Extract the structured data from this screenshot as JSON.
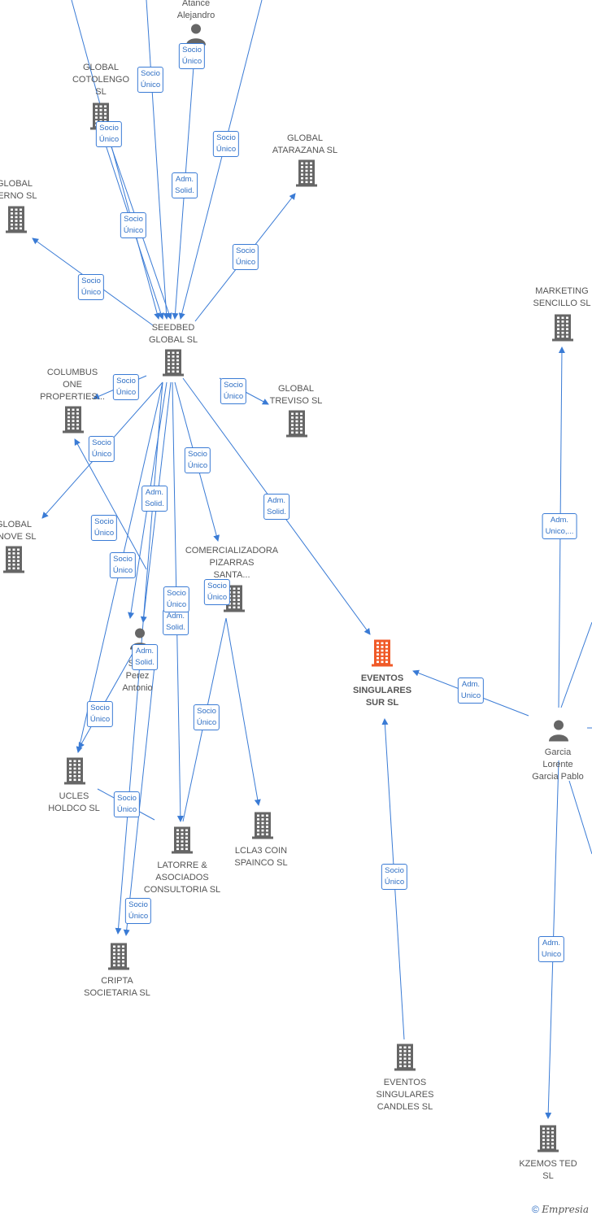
{
  "nodes": [
    {
      "id": "atance",
      "label": "Atance\nAlejandro",
      "type": "person"
    },
    {
      "id": "cotolengo",
      "label": "GLOBAL\nCOTOLENGO\nSL",
      "type": "company"
    },
    {
      "id": "atarazana",
      "label": "GLOBAL\nATARAZANA SL",
      "type": "company"
    },
    {
      "id": "terno",
      "label": "GLOBAL\nTERNO SL",
      "type": "company"
    },
    {
      "id": "seedbed",
      "label": "SEEDBED\nGLOBAL SL",
      "type": "company"
    },
    {
      "id": "columbus",
      "label": "COLUMBUS\nONE\nPROPERTIES...",
      "type": "company"
    },
    {
      "id": "treviso",
      "label": "GLOBAL\nTREVISO SL",
      "type": "company"
    },
    {
      "id": "enove",
      "label": "GLOBAL\nENOVE SL",
      "type": "company"
    },
    {
      "id": "comercializadora",
      "label": "COMERCIALIZADORA\nPIZARRAS\nSANTA...",
      "type": "company"
    },
    {
      "id": "sanchez",
      "label": "Sa...\nPerez\nAntonio",
      "type": "person"
    },
    {
      "id": "ucles",
      "label": "UCLES\nHOLDCO SL",
      "type": "company"
    },
    {
      "id": "latorre",
      "label": "LATORRE &\nASOCIADOS\nCONSULTORIA SL",
      "type": "company"
    },
    {
      "id": "lcla3",
      "label": "LCLA3 COIN\nSPAINCO SL",
      "type": "company"
    },
    {
      "id": "cripta",
      "label": "CRIPTA\nSOCIETARIA SL",
      "type": "company"
    },
    {
      "id": "eventos_sur",
      "label": "EVENTOS\nSINGULARES\nSUR SL",
      "type": "company",
      "main": true
    },
    {
      "id": "eventos_candles",
      "label": "EVENTOS\nSINGULARES\nCANDLES SL",
      "type": "company"
    },
    {
      "id": "garcia",
      "label": "Garcia\nLorente\nGarcia Pablo",
      "type": "person"
    },
    {
      "id": "marketing",
      "label": "MARKETING\nSENCILLO SL",
      "type": "company"
    },
    {
      "id": "kzemos",
      "label": "KZEMOS TED\nSL",
      "type": "company"
    }
  ],
  "relations": [
    {
      "label": "Socio\nÚnico"
    },
    {
      "label": "Socio\nÚnico"
    },
    {
      "label": "Socio\nÚnico"
    },
    {
      "label": "Adm.\nSolid."
    },
    {
      "label": "Socio\nÚnico"
    },
    {
      "label": "Socio\nÚnico"
    },
    {
      "label": "Socio\nÚnico"
    },
    {
      "label": "Socio\nÚnico"
    },
    {
      "label": "Socio\nÚnico"
    },
    {
      "label": "Socio\nÚnico"
    },
    {
      "label": "Socio\nÚnico"
    },
    {
      "label": "Socio\nÚnico"
    },
    {
      "label": "Adm.\nSolid."
    },
    {
      "label": "Adm.\nSolid."
    },
    {
      "label": "Socio\nÚnico"
    },
    {
      "label": "Socio\nÚnico"
    },
    {
      "label": "Adm.\nSolid."
    },
    {
      "label": "Socio\nÚnico"
    },
    {
      "label": "Socio\nÚnico"
    },
    {
      "label": "Adm.\nSolid."
    },
    {
      "label": "Socio\nÚnico"
    },
    {
      "label": "Socio\nÚnico"
    },
    {
      "label": "Socio\nÚnico"
    },
    {
      "label": "Socio\nÚnico"
    },
    {
      "label": "Socio\nÚnico"
    },
    {
      "label": "Adm.\nUnico"
    },
    {
      "label": "Adm.\nUnico,..."
    },
    {
      "label": "Adm.\nUnico"
    }
  ],
  "colors": {
    "edge": "#3a7bd5",
    "icon": "#666666",
    "main_icon": "#f05a28"
  },
  "footer": {
    "copyright": "©",
    "brand": "Empresia"
  }
}
